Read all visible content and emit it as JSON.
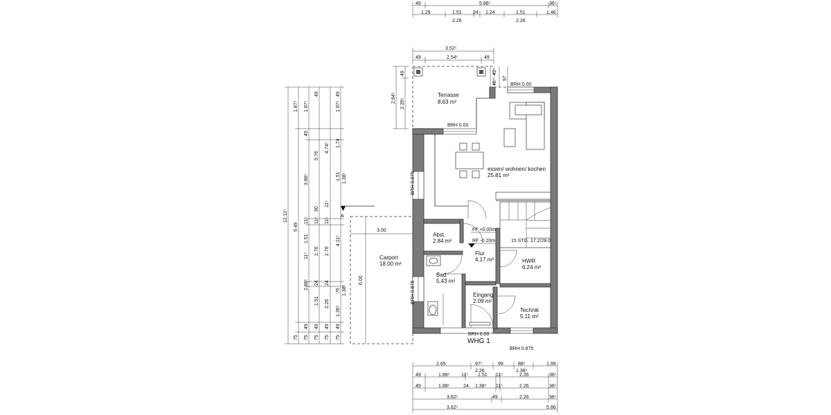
{
  "top_dims": {
    "row1": [
      "49",
      "5.88⁵",
      "36⁵"
    ],
    "row2": [
      "1.29",
      "1.51",
      "24",
      "1.24",
      "1.51",
      "1.46"
    ],
    "row2_sub": [
      "2.26",
      "2.26"
    ],
    "terrace_row1": [
      "3.52⁵"
    ],
    "terrace_row2": [
      "49",
      "2.54⁵",
      "49"
    ]
  },
  "terrace_vert": [
    "49",
    "2.84⁵",
    "2.35⁵",
    "48",
    "49",
    "97"
  ],
  "left_dims": {
    "col1": [
      "12.11⁵"
    ],
    "col2": [
      "1.87⁵",
      "9.49",
      "75"
    ],
    "col3": [
      "1.87⁵",
      "49",
      "3.88⁵",
      "11⁵",
      "1.51",
      "11⁵",
      "2.88⁵",
      "49",
      "75"
    ],
    "col4": [
      "49",
      "5.76",
      "90",
      "11⁵",
      "2.76",
      "24",
      "1.51",
      "49",
      "75"
    ],
    "col5": [
      "4.74⁵",
      "11⁵",
      "11⁵",
      "2.76",
      "24",
      "2.26",
      "49",
      "75"
    ],
    "col6": [
      "49",
      "1.87⁵",
      "1.74",
      "1.51",
      "1.38⁵",
      "4.11⁵",
      "76",
      "1.38⁵",
      "1.36⁵",
      "49",
      "75"
    ]
  },
  "bottom_dims": {
    "row1": [
      "2.65",
      "97⁵",
      "99",
      "88⁵",
      "1.99"
    ],
    "row1_sub": [
      "2.26",
      "1.38⁵"
    ],
    "row2": [
      "49",
      "1.88⁵",
      "11⁵",
      "1.51",
      "11⁵",
      "2.26",
      "36⁵"
    ],
    "row3": [
      "49",
      "1.88⁵",
      "24",
      "1.38⁵",
      "11⁵",
      "2.26",
      "36⁵"
    ],
    "row4": [
      "3.62⁵",
      "49",
      "2.26",
      "36⁵"
    ],
    "row5": [
      "3.62⁵",
      "5.86"
    ]
  },
  "carport": {
    "name": "Carport",
    "area": "18.00 m²",
    "width": "3.00",
    "depth": "6.00"
  },
  "rooms": {
    "terrasse": {
      "name": "Terrasse",
      "area": "8.63 m²"
    },
    "wohnen": {
      "name": "essen/ wohnen/ kochen",
      "area": "25.81 m²"
    },
    "abst": {
      "name": "Abst.",
      "area": "2.84 m²"
    },
    "flur": {
      "name": "Flur",
      "area": "4.17 m²"
    },
    "hwr": {
      "name": "HWR",
      "area": "6.24 m²"
    },
    "bad": {
      "name": "Bad",
      "area": "5.43 m²"
    },
    "eingang": {
      "name": "Eingang",
      "area": "2.09 m²"
    },
    "technik": {
      "name": "Technik",
      "area": "5.11 m²"
    }
  },
  "labels": {
    "brh_terrace": "BRH 0.00",
    "brh_living": "BRH 0.00",
    "brh_left_top": "BRH 0.875",
    "brh_left_bottom": "BRH 0.875",
    "brh_entrance": "BRH 0.00",
    "brh_technik": "BRH 0.875",
    "ff": "FF +0.00m",
    "rf": "RF -0.20m",
    "stairs": "15 STG. 17.2/28.0",
    "unit": "WHG 1",
    "section": "A"
  }
}
